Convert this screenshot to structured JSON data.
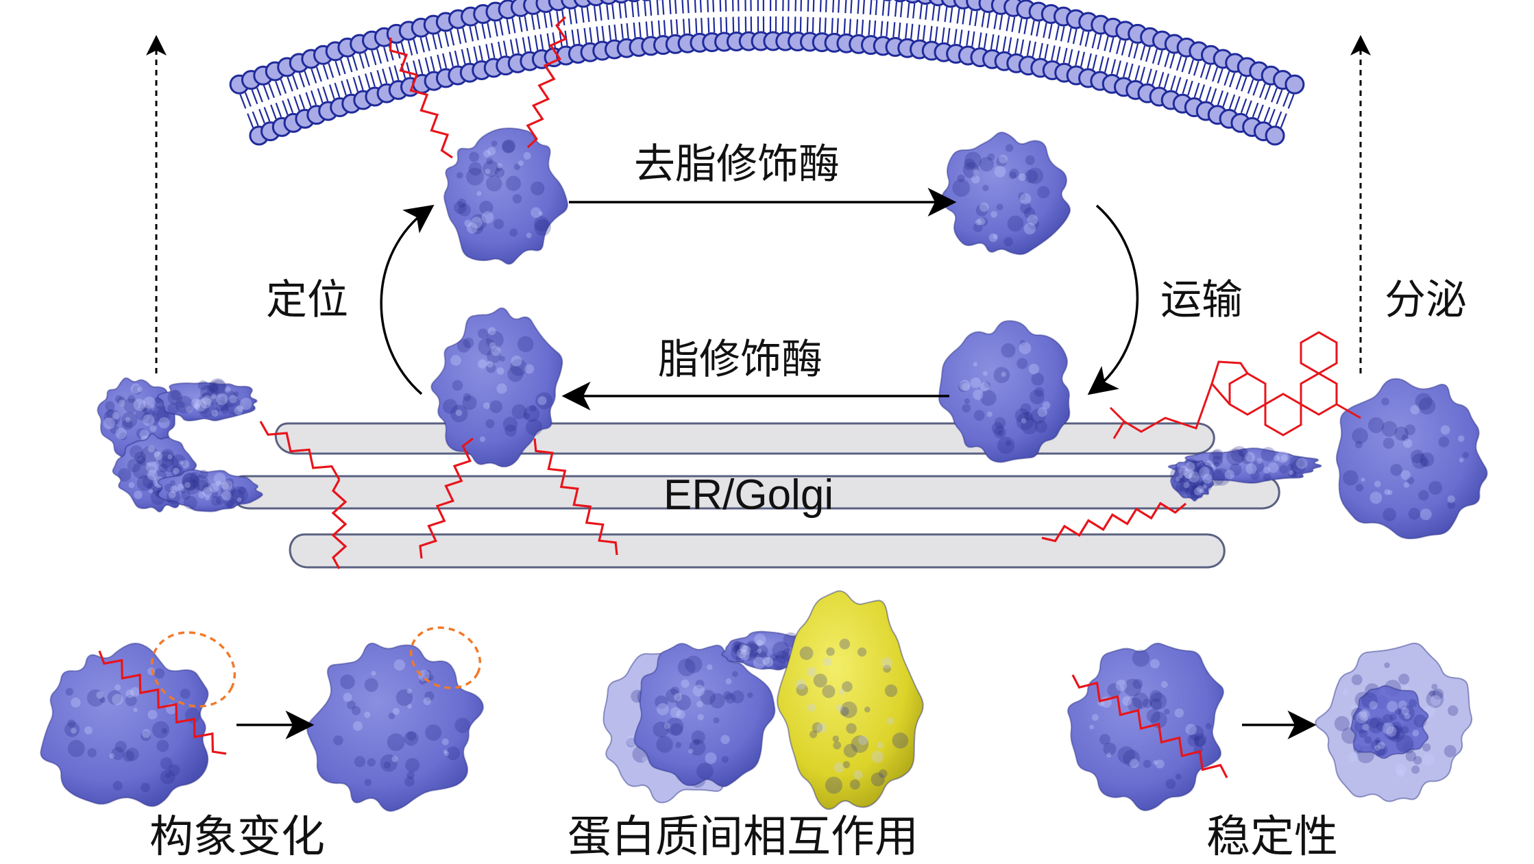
{
  "colors": {
    "protein": "#6e73cf",
    "protein_dark": "#3b3f9a",
    "lipid_head": "#a9abe6",
    "lipid_stroke": "#1f2a9a",
    "lipid_chain": "#e8141a",
    "organelle_fill": "#e3e3e6",
    "organelle_stroke": "#5a6080",
    "partner_protein": "#e8e23a",
    "highlight_circle": "#f07a2a",
    "arrow": "#000000"
  },
  "cycle": {
    "top_arrow_label": "去脂修饰酶",
    "bottom_arrow_label": "脂修饰酶",
    "left_arrow_label": "定位",
    "right_arrow_label": "运输"
  },
  "side_labels": {
    "right": "分泌"
  },
  "organelle_label": "ER/Golgi",
  "bottom_panels": [
    {
      "label": "构象变化"
    },
    {
      "label": "蛋白质间相互作用"
    },
    {
      "label": "稳定性"
    }
  ],
  "icons": {
    "membrane": "lipid-bilayer-icon",
    "protein": "protein-surface-icon",
    "lipid": "lipid-chain-icon"
  }
}
